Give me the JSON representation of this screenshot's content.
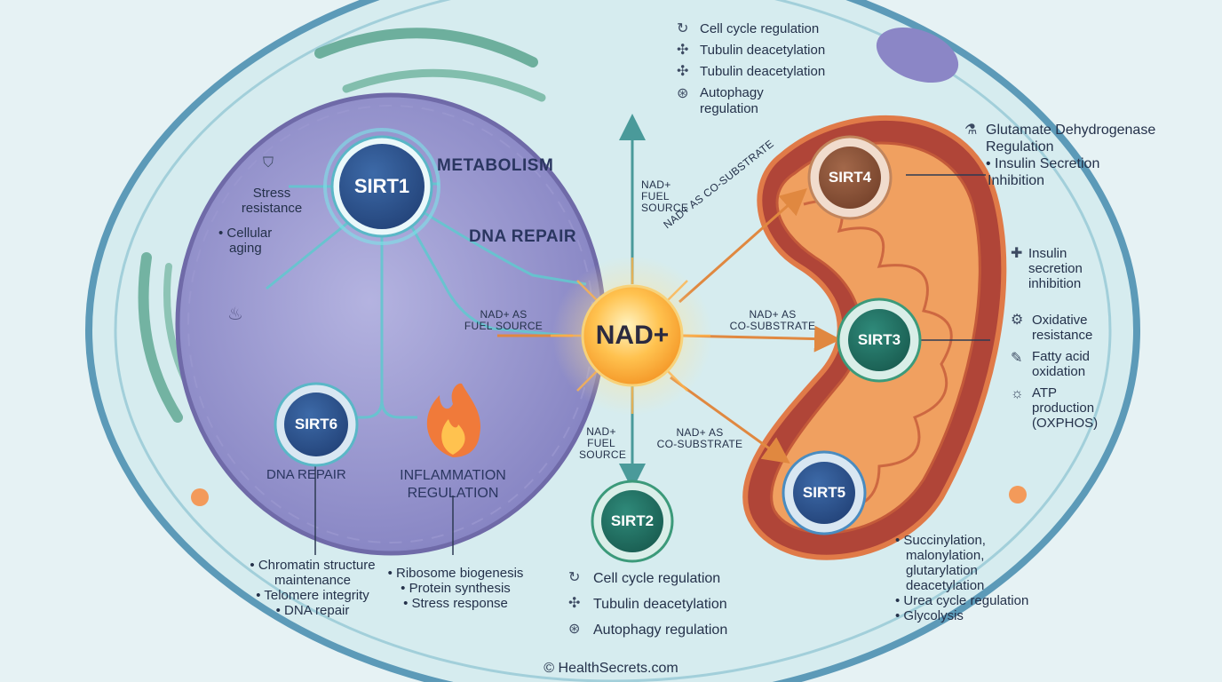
{
  "center": {
    "label": "NAD+"
  },
  "nodes": {
    "sirt1": "SIRT1",
    "sirt2": "SIRT2",
    "sirt3": "SIRT3",
    "sirt4": "SIRT4",
    "sirt5": "SIRT5",
    "sirt6": "SIRT6"
  },
  "sirt1": {
    "metabolism": "METABOLISM",
    "dna_repair": "DNA REPAIR",
    "stress_line1": "Stress",
    "stress_line2": "resistance",
    "aging_line1": "• Cellular",
    "aging_line2": "aging"
  },
  "sirt6": {
    "dna_repair": "DNA REPAIR",
    "bullets": [
      "• Chromatin structure",
      "maintenance",
      "• Telomere integrity",
      "• DNA repair"
    ]
  },
  "inflammation": {
    "line1": "INFLAMMATION",
    "line2": "REGULATION",
    "bullets": [
      "• Ribosome biogenesis",
      "• Protein synthesis",
      "• Stress response"
    ]
  },
  "arrows": {
    "left_line1": "NAD+ AS",
    "left_line2": "FUEL SOURCE",
    "up_line1": "NAD+",
    "up_line2": "FUEL",
    "up_line3": "SOURCE",
    "diag_up": "NAD+ AS CO-SUBSTRATE",
    "right_line1": "NAD+ AS",
    "right_line2": "CO-SUBSTRATE",
    "down_line1": "NAD+",
    "down_line2": "FUEL",
    "down_line3": "SOURCE",
    "diag_down_line1": "NAD+ AS",
    "diag_down_line2": "CO-SUBSTRATE"
  },
  "top_list": [
    "Cell cycle regulation",
    "Tubulin deacetylation",
    "Tubulin deacetylation",
    "Autophagy",
    "regulation"
  ],
  "sirt2_list": [
    "Cell cycle regulation",
    "Tubulin deacetylation",
    "Autophagy regulation"
  ],
  "sirt4": {
    "l1": "Glutamate Dehydrogenase",
    "l2": "Regulation",
    "l3": "• Insulin Secretion",
    "l4": "Inhibition"
  },
  "insulin": {
    "l1": "Insulin",
    "l2": "secretion",
    "l3": "inhibition"
  },
  "sirt3": {
    "oxidative1": "Oxidative",
    "oxidative2": "resistance",
    "fatty1": "Fatty acid",
    "fatty2": "oxidation",
    "atp1": "ATP",
    "atp2": "production",
    "atp3": "(OXPHOS)"
  },
  "sirt5_list": [
    "• Succinylation,",
    "malonylation,",
    "glutarylation",
    "deacetylation",
    "• Urea cycle regulation",
    "• Glycolysis"
  ],
  "footer": {
    "credit": "© HealthSecrets.com"
  },
  "colors": {
    "cell_fill": "#d9eef0",
    "nucleus_fill": "#8f8ec9",
    "mito_outer": "#b8443a",
    "mito_inner": "#f0a060",
    "nad_glow": "#ffb84a"
  }
}
